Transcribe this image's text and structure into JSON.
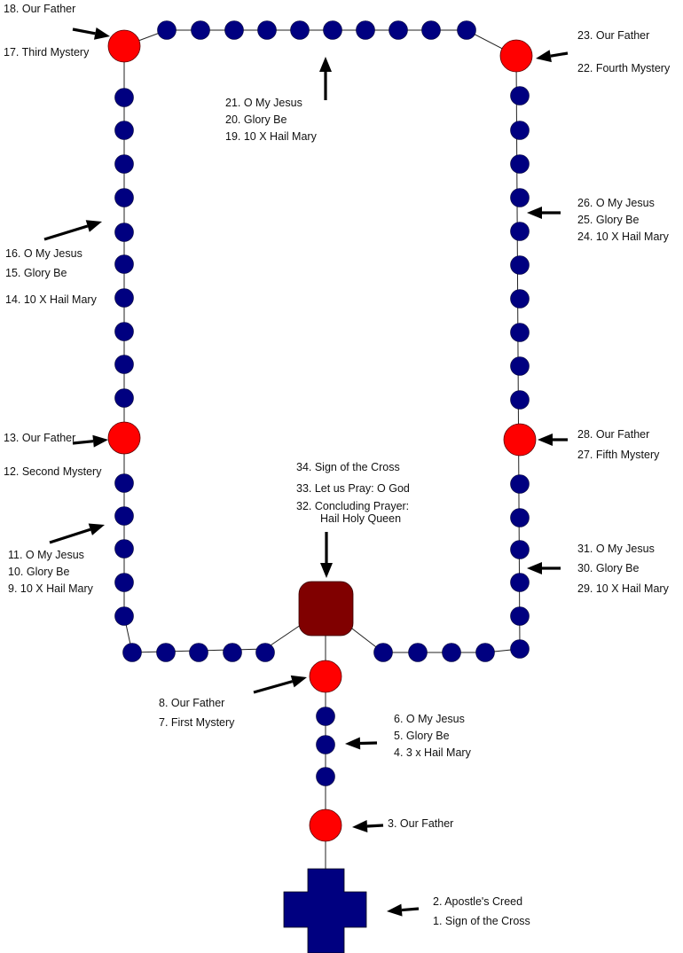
{
  "labels": {
    "l18": "18.  Our Father",
    "l17": "17.  Third Mystery",
    "l21": "21.    O My Jesus",
    "l20": "20.    Glory Be",
    "l19": "19.    10 X Hail Mary",
    "l23": "23.  Our Father",
    "l22": "22.  Fourth Mystery",
    "l26": "26.   O My Jesus",
    "l25": "25.   Glory Be",
    "l24": "24.   10 X Hail Mary",
    "l16": "16.   O My Jesus",
    "l15": "15.    Glory Be",
    "l14": "14.    10 X Hail Mary",
    "l13": "13.  Our Father",
    "l12": "12.  Second Mystery",
    "l28": "28.  Our Father",
    "l27": "27.  Fifth Mystery",
    "l34": "34.   Sign of the Cross",
    "l33": "33.   Let us Pray: O God",
    "l32": "32.   Concluding Prayer:",
    "l32b": "Hail Holy Queen",
    "l11": "11.   O My Jesus",
    "l10": "10.    Glory Be",
    "l9": "9.    10 X Hail Mary",
    "l31": "31.   O My Jesus",
    "l30": "30.   Glory Be",
    "l29": "29.   10 X Hail Mary",
    "l8": "8.   Our Father",
    "l7": "7.   First  Mystery",
    "l6": "6.    O My Jesus",
    "l5": "5.    Glory Be",
    "l4": "4.    3 x Hail Mary",
    "l3": "3.   Our Father",
    "l2": "2.   Apostle's Creed",
    "l1": "1.   Sign of the Cross"
  },
  "colors": {
    "hail_mary_bead": "#000080",
    "our_father_bead": "#ff0000",
    "center_piece": "#800000",
    "cross": "#000080"
  }
}
